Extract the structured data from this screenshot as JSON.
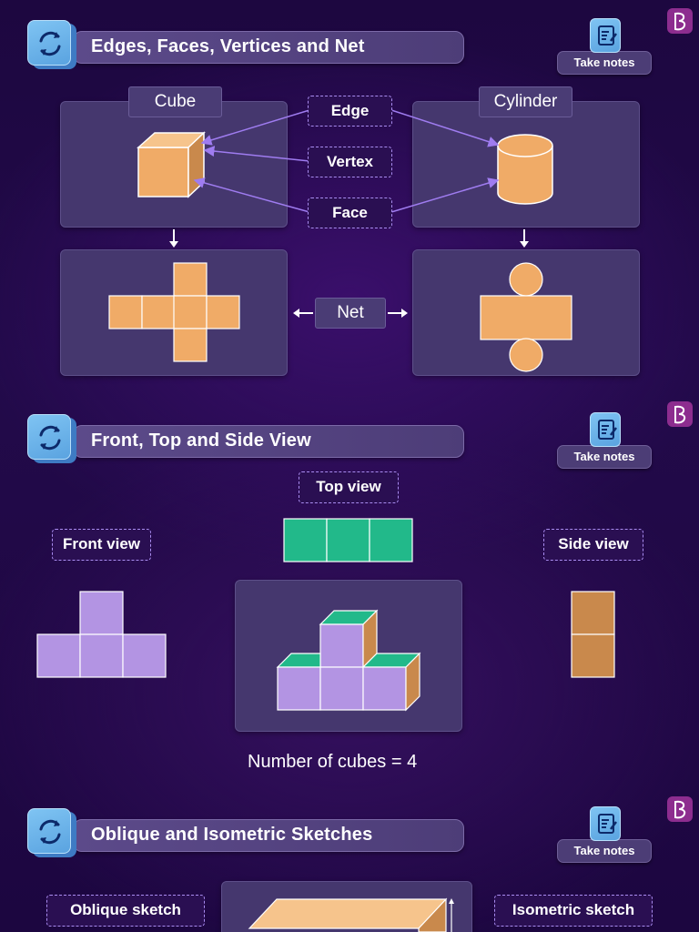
{
  "sections": [
    {
      "title": "Edges, Faces, Vertices and Net"
    },
    {
      "title": "Front, Top and Side View"
    },
    {
      "title": "Oblique and Isometric Sketches"
    }
  ],
  "take_notes_label": "Take notes",
  "section1": {
    "cube_label": "Cube",
    "cylinder_label": "Cylinder",
    "edge_label": "Edge",
    "vertex_label": "Vertex",
    "face_label": "Face",
    "net_label": "Net"
  },
  "section2": {
    "top_view_label": "Top view",
    "front_view_label": "Front view",
    "side_view_label": "Side view",
    "cube_count_text": "Number of cubes = 4"
  },
  "section3": {
    "oblique_label": "Oblique sketch",
    "isometric_label": "Isometric sketch"
  },
  "colors": {
    "orange": "#f0ab67",
    "teal": "#22b98a",
    "lavender": "#b394e3",
    "brown": "#c9894c",
    "accent_purple": "#9f7cf0"
  }
}
